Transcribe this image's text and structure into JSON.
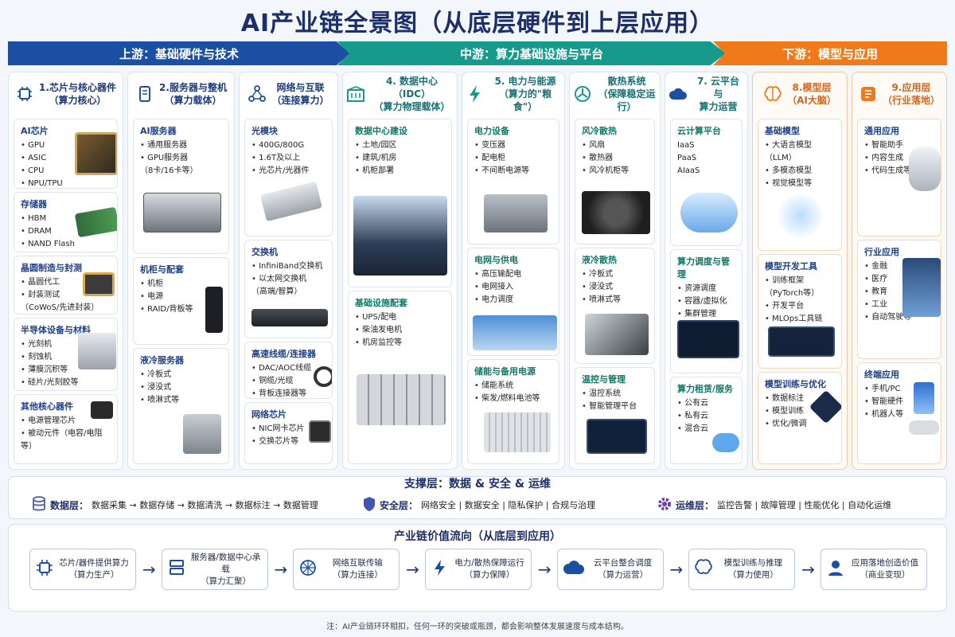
{
  "title": "AI产业链全景图（从底层硬件到上层应用）",
  "stages": [
    "上游：基础硬件与技术",
    "中游：算力基础设施与平台",
    "下游：模型与应用"
  ],
  "columns": [
    {
      "head": [
        "1.芯片与核心器件",
        "（算力核心）"
      ],
      "icon": "chip-icon",
      "cards": [
        {
          "title": "AI芯片",
          "items": [
            "GPU",
            "ASIC",
            "CPU",
            "NPU/TPU"
          ]
        },
        {
          "title": "存储器",
          "items": [
            "HBM",
            "DRAM",
            "NAND Flash"
          ]
        },
        {
          "title": "晶圆制造与封测",
          "items": [
            "晶圆代工",
            "封装测试",
            "（CoWoS/先进封装）"
          ]
        },
        {
          "title": "半导体设备与材料",
          "items": [
            "光刻机",
            "刻蚀机",
            "薄膜沉积等",
            "硅片/光刻胶等"
          ]
        },
        {
          "title": "其他核心器件",
          "items": [
            "电源管理芯片",
            "被动元件（电容/电阻等）"
          ]
        }
      ]
    },
    {
      "head": [
        "2.服务器与整机",
        "（算力载体）"
      ],
      "icon": "server-icon",
      "cards": [
        {
          "title": "AI服务器",
          "items": [
            "通用服务器",
            "GPU服务器",
            "（8卡/16卡等）"
          ]
        },
        {
          "title": "机柜与配套",
          "items": [
            "机柜",
            "电源",
            "RAID/背板等"
          ]
        },
        {
          "title": "液冷服务器",
          "items": [
            "冷板式",
            "浸没式",
            "喷淋式等"
          ]
        }
      ]
    },
    {
      "head": [
        "网络与互联",
        "（连接算力）"
      ],
      "icon": "network-icon",
      "cards": [
        {
          "title": "光模块",
          "items": [
            "400G/800G",
            "1.6T及以上",
            "光芯片/光器件"
          ]
        },
        {
          "title": "交换机",
          "items": [
            "InfiniBand交换机",
            "以太网交换机",
            "（高端/智算）"
          ]
        },
        {
          "title": "高速线缆/连接器",
          "items": [
            "DAC/AOC线缆",
            "铜缆/光缆",
            "背板连接器等"
          ]
        },
        {
          "title": "网络芯片",
          "items": [
            "NIC网卡芯片",
            "交换芯片等"
          ]
        }
      ]
    },
    {
      "head": [
        "4. 数据中心（IDC）",
        "（算力物理载体）"
      ],
      "icon": "building-icon",
      "cards": [
        {
          "title": "数据中心建设",
          "items": [
            "土地/园区",
            "建筑/机房",
            "机柜部署"
          ]
        },
        {
          "title": "基础设施配套",
          "items": [
            "UPS/配电",
            "柴油发电机",
            "机房监控等"
          ]
        }
      ]
    },
    {
      "head": [
        "5. 电力与能源",
        "（算力的\"粮食\"）"
      ],
      "icon": "lightning-icon",
      "cards": [
        {
          "title": "电力设备",
          "items": [
            "变压器",
            "配电柜",
            "不间断电源等"
          ]
        },
        {
          "title": "电网与供电",
          "items": [
            "高压输配电",
            "电网接入",
            "电力调度"
          ]
        },
        {
          "title": "储能与备用电源",
          "items": [
            "储能系统",
            "柴发/燃料电池等"
          ]
        }
      ]
    },
    {
      "head": [
        "散热系统",
        "（保障稳定运行）"
      ],
      "icon": "fan-icon",
      "cards": [
        {
          "title": "风冷散热",
          "items": [
            "风扇",
            "散热器",
            "风冷机柜等"
          ]
        },
        {
          "title": "液冷散热",
          "items": [
            "冷板式",
            "浸没式",
            "喷淋式等"
          ]
        },
        {
          "title": "温控与管理",
          "items": [
            "温控系统",
            "智能管理平台"
          ]
        }
      ]
    },
    {
      "head": [
        "7. 云平台与",
        "算力运营"
      ],
      "icon": "cloud-icon",
      "cards": [
        {
          "title": "云计算平台",
          "items": [
            "IaaS",
            "PaaS",
            "AIaaS"
          ]
        },
        {
          "title": "算力调度与管理",
          "items": [
            "资源调度",
            "容器/虚拟化",
            "集群管理"
          ]
        },
        {
          "title": "算力租赁/服务",
          "items": [
            "公有云",
            "私有云",
            "混合云"
          ]
        }
      ]
    },
    {
      "head": [
        "8.模型层",
        "（AI大脑）"
      ],
      "icon": "brain-icon",
      "cards": [
        {
          "title": "基础模型",
          "items": [
            "大语言模型（LLM）",
            "多模态模型",
            "视觉模型等"
          ]
        },
        {
          "title": "模型开发工具",
          "items": [
            "训练框架（PyTorch等）",
            "开发平台",
            "MLOps工具链"
          ]
        },
        {
          "title": "模型训练与优化",
          "items": [
            "数据标注",
            "模型训练",
            "优化/微调"
          ]
        }
      ]
    },
    {
      "head": [
        "9.应用层",
        "（行业落地）"
      ],
      "icon": "app-icon",
      "cards": [
        {
          "title": "通用应用",
          "items": [
            "智能助手",
            "内容生成",
            "代码生成等"
          ]
        },
        {
          "title": "行业应用",
          "items": [
            "金融",
            "医疗",
            "教育",
            "工业",
            "自动驾驶等"
          ]
        },
        {
          "title": "终端应用",
          "items": [
            "手机/PC",
            "智能硬件",
            "机器人等"
          ]
        }
      ]
    }
  ],
  "support": {
    "title": "支撑层：数据 & 安全 & 运维",
    "data_label": "数据层：",
    "data_text": "数据采集 → 数据存储 → 数据清洗 → 数据标注 → 数据管理",
    "sec_label": "安全层：",
    "sec_text": "网络安全 | 数据安全 | 隐私保护 | 合规与治理",
    "ops_label": "运维层：",
    "ops_text": "监控告警 | 故障管理 | 性能优化 | 自动化运维"
  },
  "flow": {
    "title": "产业链价值流向（从底层到应用）",
    "steps": [
      {
        "l1": "芯片/器件提供算力",
        "l2": "（算力生产）",
        "icon": "chip-icon"
      },
      {
        "l1": "服务器/数据中心承载",
        "l2": "（算力汇聚）",
        "icon": "server-icon"
      },
      {
        "l1": "网络互联传输",
        "l2": "（算力连接）",
        "icon": "network-icon"
      },
      {
        "l1": "电力/散热保障运行",
        "l2": "（算力保障）",
        "icon": "power-icon"
      },
      {
        "l1": "云平台整合调度",
        "l2": "（算力运营）",
        "icon": "cloud-icon"
      },
      {
        "l1": "模型训练与推理",
        "l2": "（算力使用）",
        "icon": "brain-icon"
      },
      {
        "l1": "应用落地创造价值",
        "l2": "（商业变现）",
        "icon": "user-icon"
      }
    ]
  },
  "note": "注：AI产业链环环相扣，任何一环的突破或瓶颈，都会影响整体发展速度与成本结构。"
}
